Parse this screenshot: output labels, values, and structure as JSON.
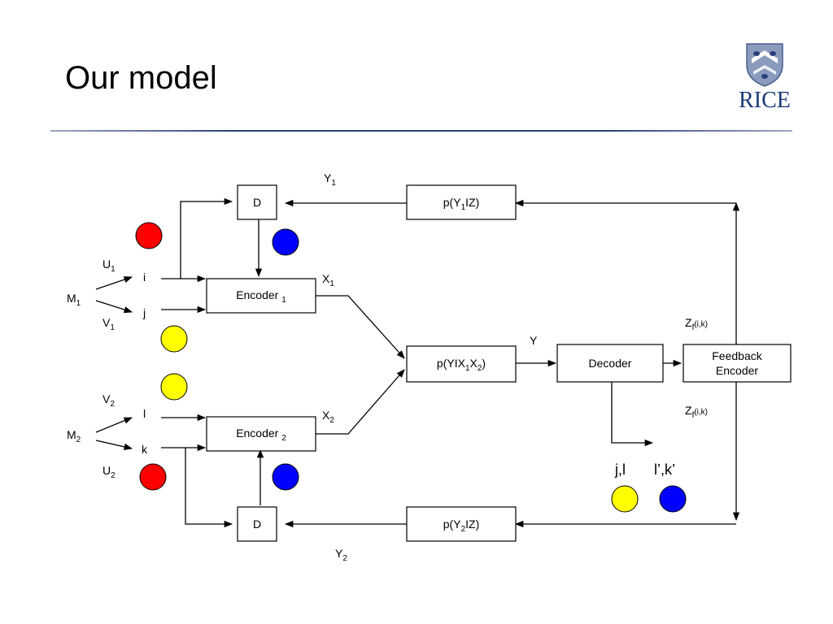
{
  "slide": {
    "title": "Our model",
    "logo_text": "RICE"
  },
  "blocks": {
    "d_top": "D",
    "d_bottom": "D",
    "encoder1": {
      "text": "Encoder",
      "sub": "1"
    },
    "encoder2": {
      "text": "Encoder",
      "sub": "2"
    },
    "channel": {
      "prefix": "p(YIX",
      "s1": "1",
      "mid": "X",
      "s2": "2",
      "suffix": ")"
    },
    "decoder": "Decoder",
    "feedback_encoder": {
      "line1": "Feedback",
      "line2": "Encoder"
    },
    "py1": {
      "prefix": "p(Y",
      "sub": "1",
      "suffix": "IZ)"
    },
    "py2": {
      "prefix": "p(Y",
      "sub": "2",
      "suffix": "IZ)"
    }
  },
  "labels": {
    "m1": {
      "text": "M",
      "sub": "1"
    },
    "m2": {
      "text": "M",
      "sub": "2"
    },
    "u1": {
      "text": "U",
      "sub": "1"
    },
    "v1": {
      "text": "V",
      "sub": "1"
    },
    "v2": {
      "text": "V",
      "sub": "2"
    },
    "u2": {
      "text": "U",
      "sub": "2"
    },
    "i": "i",
    "j": "j",
    "l": "l",
    "k": "k",
    "x1": {
      "text": "X",
      "sub": "1"
    },
    "x2": {
      "text": "X",
      "sub": "2"
    },
    "y": "Y",
    "y1": {
      "text": "Y",
      "sub": "1"
    },
    "y2": {
      "text": "Y",
      "sub": "2"
    },
    "zf_top": {
      "text": "Z",
      "sub": "f",
      "suffix": "(i,k)"
    },
    "zf_bottom": {
      "text": "Z",
      "sub": "f",
      "suffix": "(i,k)"
    },
    "out_jl": "j,l",
    "out_lk": "l’,k’"
  },
  "dot_colors": {
    "red": "#ff0000",
    "blue": "#0000ff",
    "yellow": "#ffff00"
  }
}
